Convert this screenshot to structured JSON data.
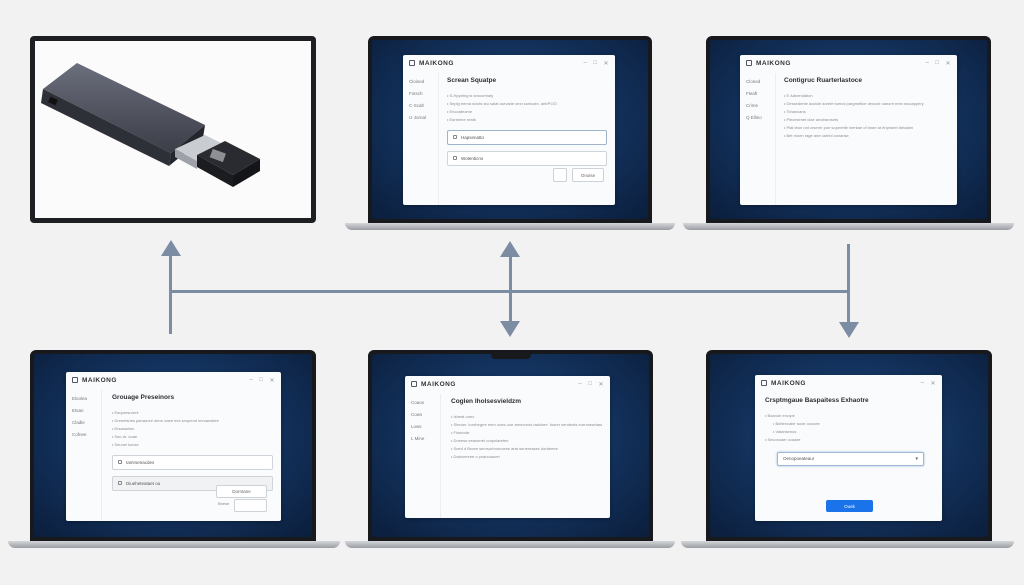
{
  "usb_device": {
    "icon": "usb-flash-drive-image"
  },
  "arrow_color": "#7b8ca3",
  "accent_color": "#1a73e8",
  "panels": [
    {
      "brand": "MAIKONG",
      "controls": [
        "–",
        "□",
        "✕"
      ],
      "sidebar": [
        "Cloined",
        "Fotsch",
        "C·Scalt",
        "U·Jornal"
      ],
      "title": "Screan Squatpe",
      "bullets": [
        "S-Hppelng is smoormaty",
        "Seplg eerna sclots stu salat aurvade oinn sunicatn. antrPOO",
        "Encoateome",
        "Earmene eratk"
      ],
      "boxes": [
        {
          "text": "Hapsenatto",
          "style": "hl"
        },
        {
          "text": "Wotenticns",
          "style": ""
        }
      ],
      "buttons": [
        {
          "label": "",
          "style": ""
        },
        {
          "label": "Onoise",
          "style": ""
        }
      ]
    },
    {
      "brand": "MAIKONG",
      "controls": [
        "–",
        "□",
        "✕"
      ],
      "sidebar": [
        "Cloned",
        "Fleaft",
        "Crime",
        "Q Ellino"
      ],
      "title": "Contigruc Ruarterlastoce",
      "bullets": [
        "E Adnendation",
        "Dessedente aodole dorete toenol pargrsetlce deocde canore entn raccappery",
        "Tchancans",
        "Plecesenet clae anotrarosets",
        "Plat teoe ont crserer poe soperetle inentae of leare at ehprseet detaden",
        "Bet moen rage ane carrinl conanse"
      ],
      "boxes": [],
      "buttons": []
    },
    {
      "brand": "MAIKONG",
      "controls": [
        "–",
        "□",
        "✕"
      ],
      "sidebar": [
        "Eloolea",
        "Etsan",
        "Cladle",
        "Cofnee"
      ],
      "title": "Grouage Preseinors",
      "bullets": [
        "Eaquresroent",
        "Dreeetsnes pananore denn oaee ees snopend sreoaestiee",
        "Ersasavtsn",
        "Sao dr. ooae",
        "Seunei konse"
      ],
      "boxes": [
        {
          "text": "Iamrsenacdes",
          "style": ""
        },
        {
          "text": "Diueheteataet ou",
          "style": "gray"
        }
      ],
      "buttons": [
        {
          "label": "Dorntane",
          "style": ""
        },
        {
          "label": "",
          "style": ""
        }
      ],
      "small_label": "Bnese"
    },
    {
      "brand": "MAIKONG",
      "controls": [
        "–",
        "□",
        "✕"
      ],
      "sidebar": [
        "Coaos",
        "Cows",
        "Lows",
        "L Mine"
      ],
      "title": "Coglen Iholsesvieldzm",
      "bullets": [
        "Isheat ooex",
        "Sheoer. tonrhegrre eem ooes uoe arnevroos tadchee. fusrer sendeots eurrorasetasee",
        "Fiseccde",
        "Doeese eeaoenet crapolaretee",
        "Soed d Broee sernsorhnnuoese arat senenrasec dordeeee",
        "Datsonreee o poarcoaoen"
      ],
      "boxes": [],
      "buttons": []
    },
    {
      "brand": "MAIKONG",
      "controls": [
        "–",
        "✕"
      ],
      "sidebar": [],
      "title": "Crsptmgaue Baspaitess Exhaotre",
      "bullets": [
        "Boanuh eroope",
        "Bottencaler sooe ocuoee",
        "Vatansenus",
        "Seconoaer ooaare"
      ],
      "select": {
        "value": "Oenopoeateaur",
        "icon": "chevron-down-icon"
      },
      "buttons": [
        {
          "label": "Ouek",
          "style": "blue"
        }
      ]
    }
  ]
}
